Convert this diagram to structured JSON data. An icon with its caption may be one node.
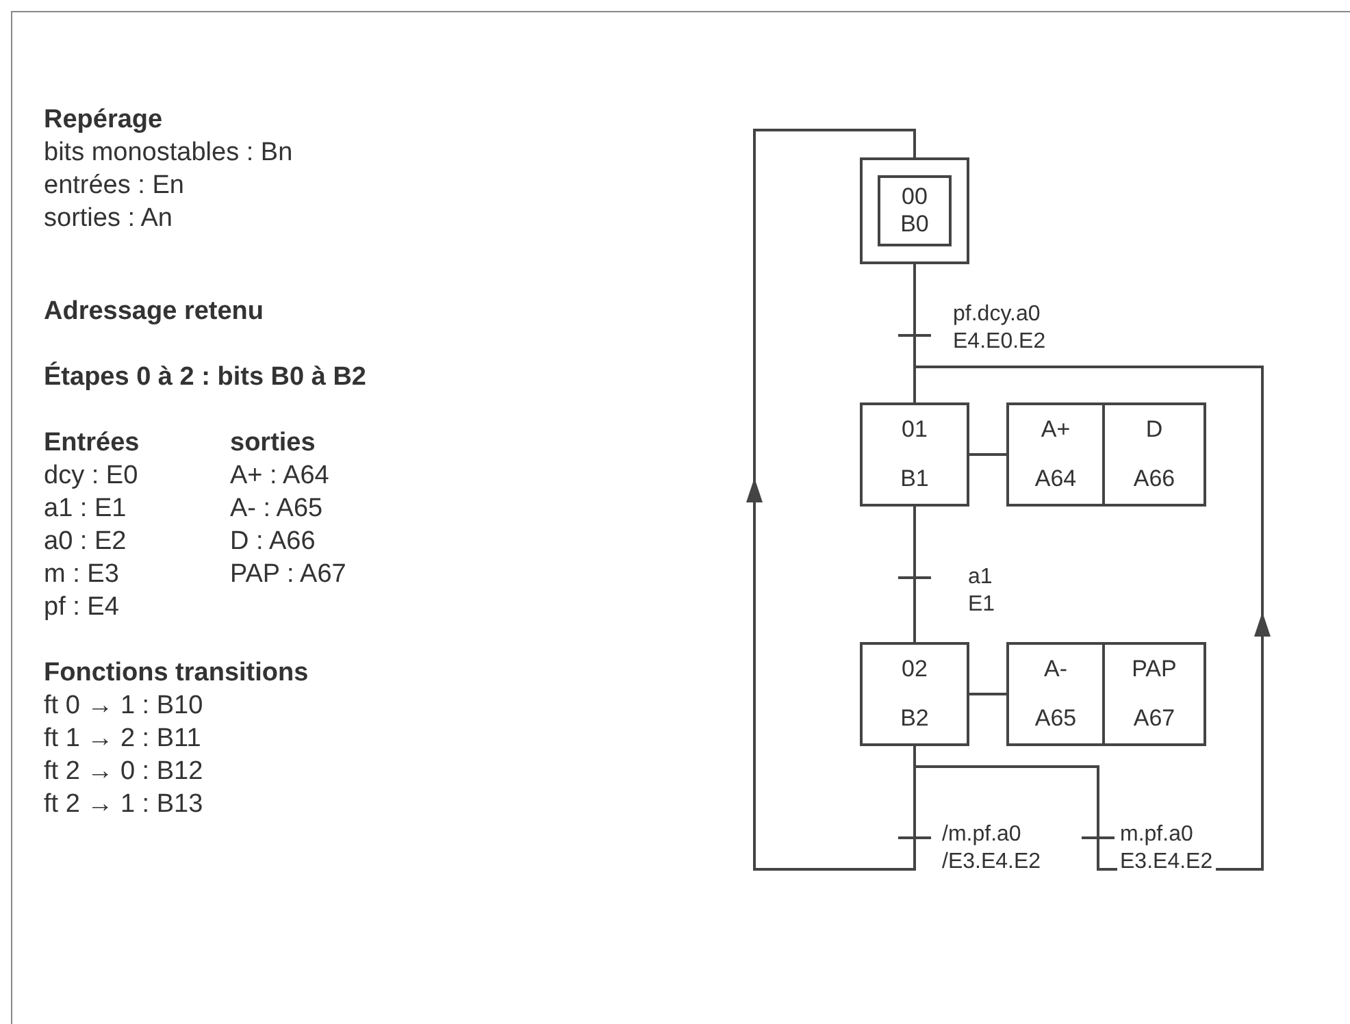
{
  "diagram": {
    "nodes": [
      {
        "text": [
          "00",
          "B0"
        ]
      },
      {
        "text": [
          "01",
          "B1"
        ]
      },
      {
        "text": [
          "A+",
          "A64"
        ]
      },
      {
        "text": [
          "D",
          "A66"
        ]
      },
      {
        "text": [
          "02",
          "B2"
        ]
      },
      {
        "text": [
          "A-",
          "A65"
        ]
      },
      {
        "text": [
          "PAP",
          "A67"
        ]
      }
    ],
    "edges": [
      {
        "from": 0,
        "to": 1,
        "arrow": "none",
        "label": "pf.dcy.a0 E4.E0.E2"
      },
      {
        "from": 1,
        "to": 2,
        "arrow": "none"
      },
      {
        "from": 1,
        "to": 4,
        "arrow": "none",
        "label": "a1 E1"
      },
      {
        "from": 4,
        "to": 5,
        "arrow": "none"
      },
      {
        "from": 4,
        "to": 0,
        "arrow": "to",
        "label": "/m.pf.a0 /E3.E4.E2"
      },
      {
        "from": 4,
        "to": 1,
        "arrow": "to",
        "label": "m.pf.a0 E3.E4.E2"
      }
    ],
    "labels": [
      "Repérage",
      "bits monostables : Bn",
      "entrées : En",
      "sorties : An",
      "Adressage retenu",
      "Étapes 0 à 2 : bits B0 à B2",
      "Entrées",
      "sorties",
      "dcy : E0",
      "A+ : A64",
      "a1 : E1",
      "A- : A65",
      "a0 : E2",
      "D : A66",
      "m : E3",
      "PAP : A67",
      "pf : E4",
      "Fonctions transitions",
      "ft 0 → 1 : B10",
      "ft 1 → 2 : B11",
      "ft 2 → 0 : B12",
      "ft 2 → 1 : B13"
    ]
  }
}
